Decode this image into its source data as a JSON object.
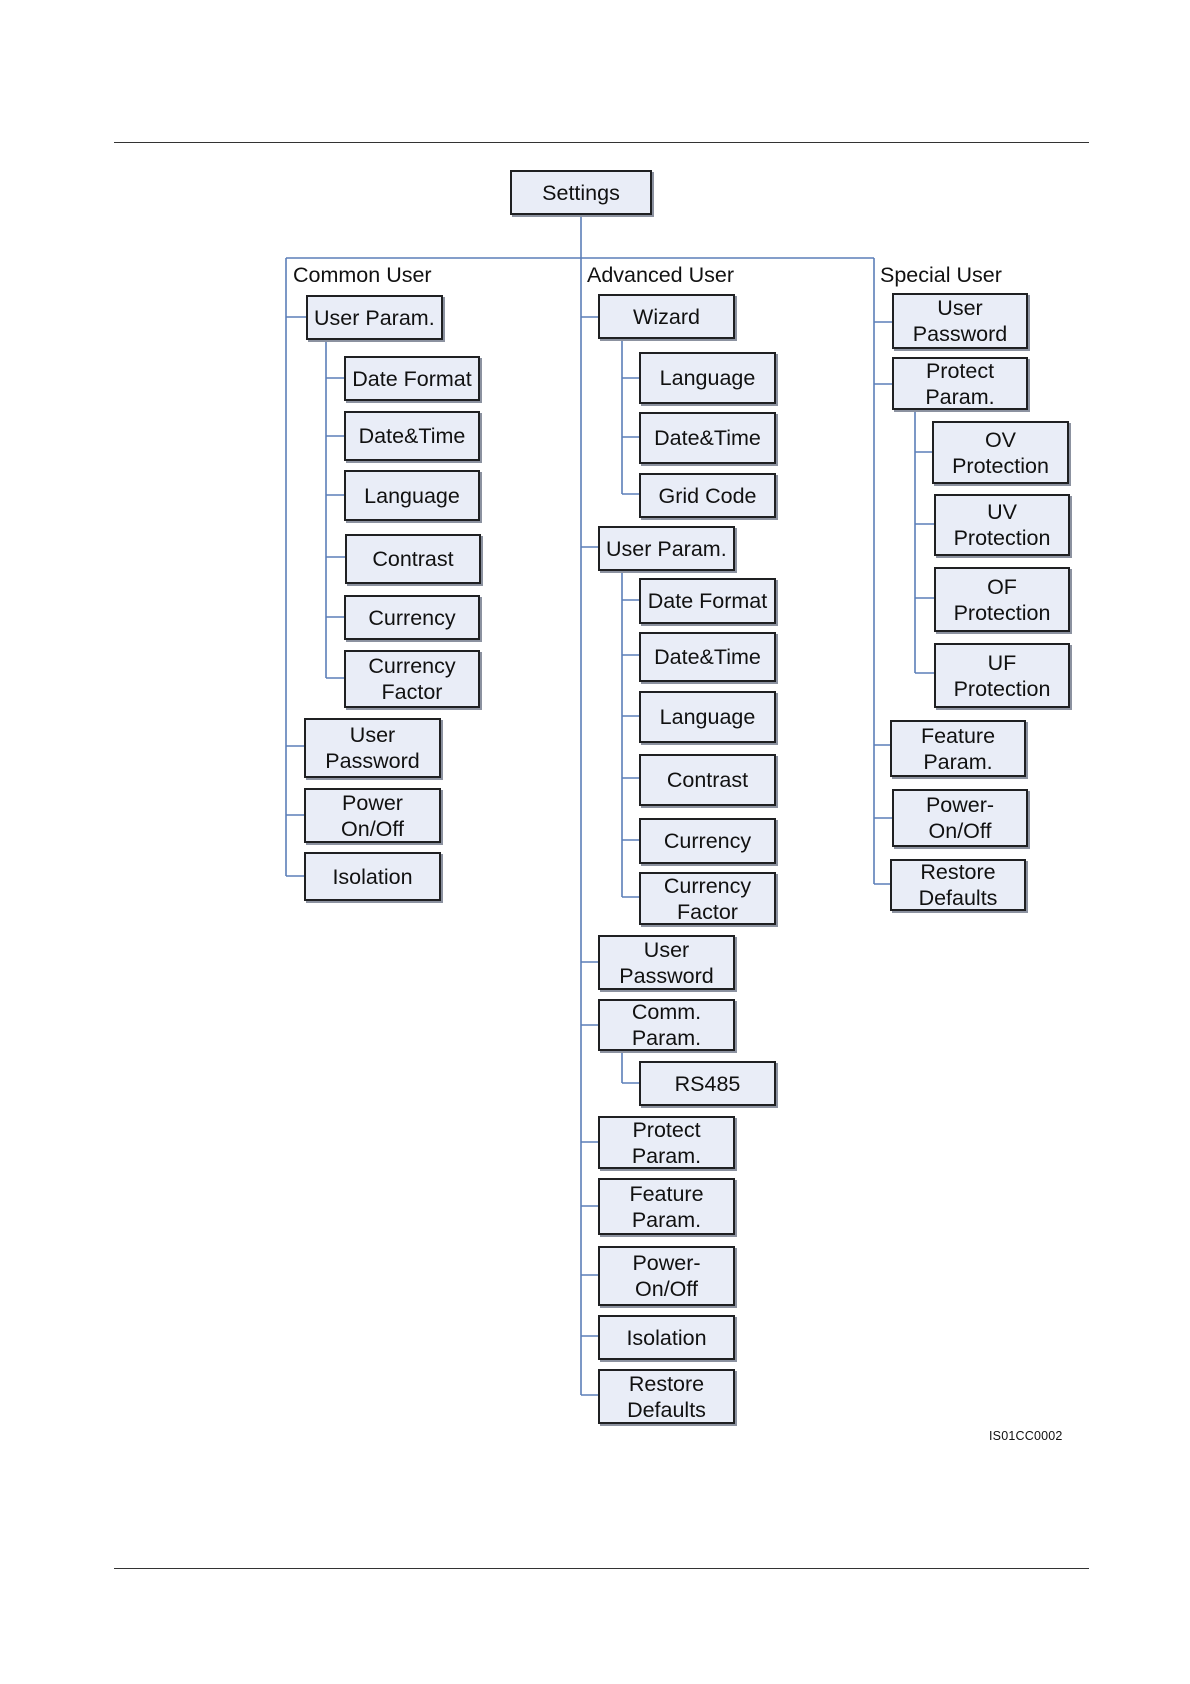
{
  "diagram": {
    "root": "Settings",
    "groups": {
      "common": "Common User",
      "advanced": "Advanced User",
      "special": "Special User"
    },
    "common": {
      "user_param": "User Param.",
      "date_format": "Date Format",
      "date_time": "Date&Time",
      "language": "Language",
      "contrast": "Contrast",
      "currency": "Currency",
      "currency_factor": "Currency\nFactor",
      "user_password": "User\nPassword",
      "power_onoff": "Power\nOn/Off",
      "isolation": "Isolation"
    },
    "advanced": {
      "wizard": "Wizard",
      "wizard_language": "Language",
      "wizard_date_time": "Date&Time",
      "grid_code": "Grid Code",
      "user_param": "User Param.",
      "date_format": "Date Format",
      "date_time": "Date&Time",
      "language": "Language",
      "contrast": "Contrast",
      "currency": "Currency",
      "currency_factor": "Currency\nFactor",
      "user_password": "User\nPassword",
      "comm_param": "Comm.\nParam.",
      "rs485": "RS485",
      "protect_param": "Protect\nParam.",
      "feature_param": "Feature\nParam.",
      "power_onoff": "Power-\nOn/Off",
      "isolation": "Isolation",
      "restore_defaults": "Restore\nDefaults"
    },
    "special": {
      "user_password": "User\nPassword",
      "protect_param": "Protect\nParam.",
      "ov_protection": "OV\nProtection",
      "uv_protection": "UV\nProtection",
      "of_protection": "OF\nProtection",
      "uf_protection": "UF\nProtection",
      "feature_param": "Feature\nParam.",
      "power_onoff": "Power-\nOn/Off",
      "restore_defaults": "Restore\nDefaults"
    },
    "figure_code": "IS01CC0002"
  }
}
